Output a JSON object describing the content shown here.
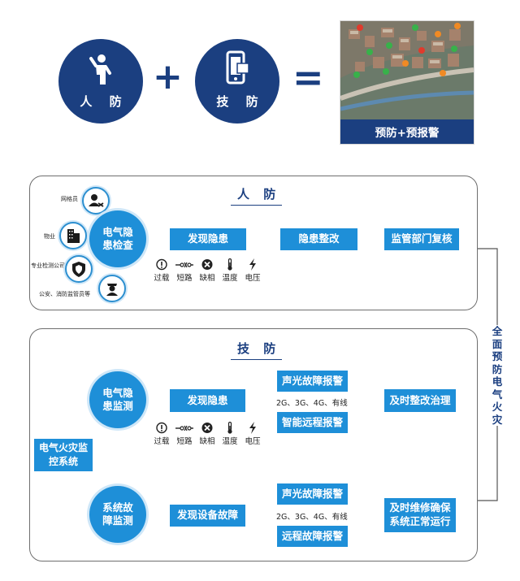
{
  "equation": {
    "human_label": "人 防",
    "tech_label": "技 防",
    "plus": "+",
    "equals": "=",
    "result_caption": "预防+预报警"
  },
  "human_panel": {
    "title": "人 防",
    "actors": [
      "网格员",
      "物业",
      "专业检测公司",
      "公安、消防监管员等"
    ],
    "node": "电气隐患检查",
    "steps": [
      "发现隐患",
      "隐患整改",
      "监管部门复核"
    ],
    "faults": [
      "过载",
      "短路",
      "缺相",
      "温度",
      "电压"
    ]
  },
  "tech_panel": {
    "title": "技 防",
    "system": "电气火灾监控系统",
    "branch1": {
      "node": "电气隐患监测",
      "step": "发现隐患",
      "alarm_top": "声光故障报警",
      "network": "2G、3G、4G、有线",
      "alarm_bottom": "智能远程报警",
      "result": "及时整改治理"
    },
    "faults": [
      "过载",
      "短路",
      "缺相",
      "温度",
      "电压"
    ],
    "branch2": {
      "node": "系统故障监测",
      "step": "发现设备故障",
      "alarm_top": "声光故障报警",
      "network": "2G、3G、4G、有线",
      "alarm_bottom": "远程故障报警",
      "result": "及时维修确保系统正常运行"
    }
  },
  "side_label": "全面预防电气火灾",
  "colors": {
    "navy": "#1b3f80",
    "box_blue": "#1e8fd8",
    "arrow_red": "#c8242b"
  }
}
